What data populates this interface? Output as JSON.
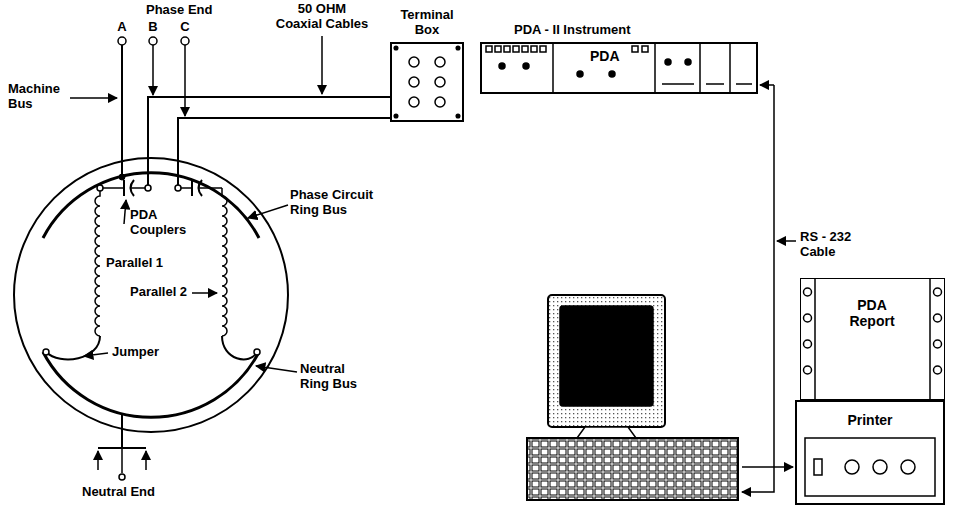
{
  "diagram": {
    "nodes": [
      {
        "text": [
          "Terminal Box"
        ]
      },
      {
        "text": [
          "PDA - II Instrument",
          "PDA"
        ]
      },
      {
        "text": [
          "PDA Report"
        ]
      },
      {
        "text": [
          "Printer"
        ]
      }
    ],
    "labels": [
      "Phase End",
      "A",
      "B",
      "C",
      "50 OHM Coaxial Cables",
      "Machine Bus",
      "Phase Circuit Ring Bus",
      "PDA Couplers",
      "Parallel 1",
      "Parallel 2",
      "Jumper",
      "Neutral Ring Bus",
      "Neutral End",
      "RS - 232 Cable"
    ]
  }
}
